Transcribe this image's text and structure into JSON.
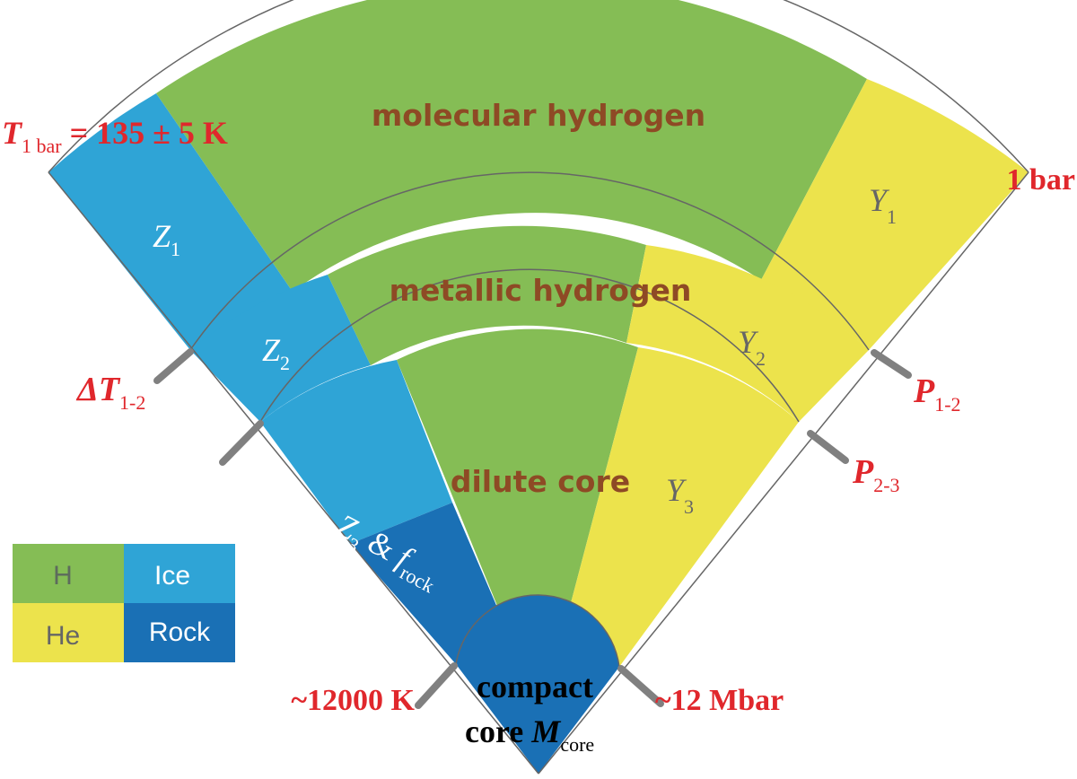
{
  "colors": {
    "hydrogen": "#85BD55",
    "ice": "#2FA4D6",
    "rock": "#1A70B5",
    "helium": "#ECE34C",
    "outline": "#666666",
    "annotation": "#E0272C",
    "region_label": "#8E4A25",
    "layer_label_gray": "#666666",
    "tick": "#808080"
  },
  "regions": {
    "molecular": "molecular hydrogen",
    "metallic": "metallic hydrogen",
    "dilute": "dilute core"
  },
  "layer_labels": {
    "z1": {
      "main": "Z",
      "sub": "1"
    },
    "z2": {
      "main": "Z",
      "sub": "2"
    },
    "z3": {
      "main": "Z",
      "sub": "3",
      "amp": " & ",
      "f": "f",
      "fsub": "rock"
    },
    "y1": {
      "main": "Y",
      "sub": "1"
    },
    "y2": {
      "main": "Y",
      "sub": "2"
    },
    "y3": {
      "main": "Y",
      "sub": "3"
    }
  },
  "core": {
    "line1": "compact",
    "line2_prefix": "core ",
    "line2_symbol": "M",
    "line2_sub": "core"
  },
  "annotations": {
    "t1bar": {
      "symbol": "T",
      "sub": "1 bar",
      "rest": " = 135 ± 5 K"
    },
    "surface_pressure": "1 bar",
    "delta_t": {
      "symbol": "ΔT",
      "sub": "1-2"
    },
    "p12": {
      "symbol": "P",
      "sub": "1-2"
    },
    "p23": {
      "symbol": "P",
      "sub": "2-3"
    },
    "core_temperature": "~12000 K",
    "core_pressure": "~12 Mbar"
  },
  "legend": {
    "h": "H",
    "ice": "Ice",
    "he": "He",
    "rock": "Rock"
  }
}
